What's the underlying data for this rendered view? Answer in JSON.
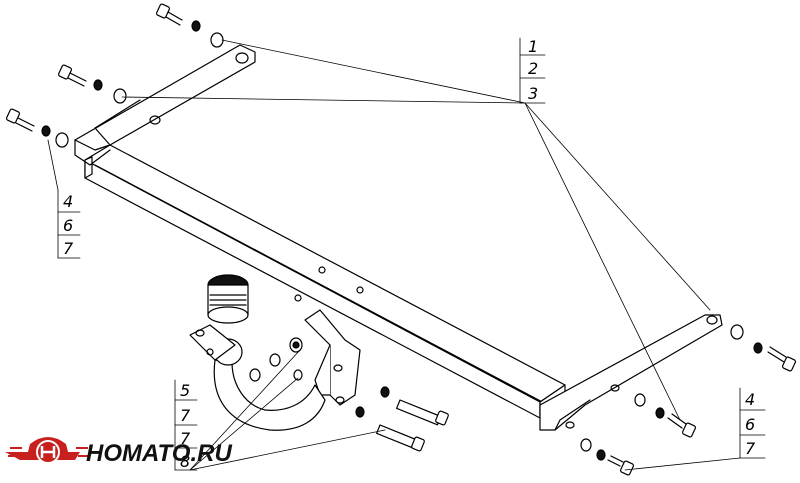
{
  "diagram": {
    "callouts_top_right": [
      "1",
      "2",
      "3"
    ],
    "callouts_left": [
      "4",
      "6",
      "7"
    ],
    "callouts_bottom_left": [
      "5",
      "7",
      "7",
      "8"
    ],
    "callouts_bottom_right": [
      "4",
      "6",
      "7"
    ]
  },
  "logo": {
    "text": "HOMATO.RU",
    "emblem_color": "#c8201e",
    "icon": "car-badge-icon"
  }
}
